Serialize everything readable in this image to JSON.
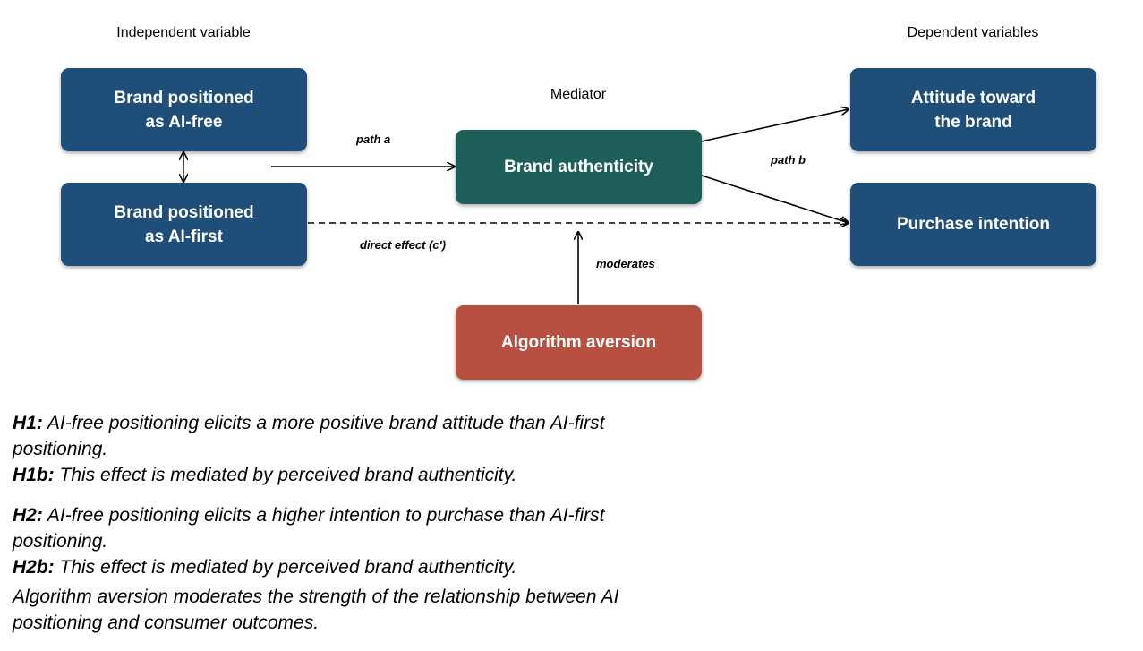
{
  "colors": {
    "iv_box": "#1f4e79",
    "mediator_box": "#1e5f5a",
    "moderator_box": "#b75040",
    "dv_box": "#1f4e79"
  },
  "labels": {
    "independent": "Independent variable",
    "mediator": "Mediator",
    "dependent": "Dependent variables"
  },
  "boxes": {
    "ai_free": {
      "line1": "Brand positioned",
      "line2": "as AI-free"
    },
    "ai_first": {
      "line1": "Brand positioned",
      "line2": "as AI-first"
    },
    "authenticity": "Brand authenticity",
    "algorithm_aversion": "Algorithm aversion",
    "attitude": {
      "line1": "Attitude toward",
      "line2": "the brand"
    },
    "purchase": "Purchase intention"
  },
  "paths": {
    "path_a": "path a",
    "path_b": "path b",
    "direct": "direct effect (c')",
    "moderates": "moderates"
  },
  "hypotheses": [
    {
      "tag": "H1:",
      "text": " AI-free positioning elicits a more positive brand attitude than AI-first positioning."
    },
    {
      "tag": "H1b:",
      "text": " This effect is mediated by perceived brand authenticity."
    },
    {
      "tag": "H2:",
      "text": " AI-free positioning elicits a higher intention to purchase than AI-first positioning."
    },
    {
      "tag": "H2b:",
      "text": " This effect is mediated by perceived brand authenticity."
    },
    {
      "tag": "",
      "text": "Algorithm aversion moderates the strength of the relationship between AI positioning and consumer outcomes."
    }
  ]
}
